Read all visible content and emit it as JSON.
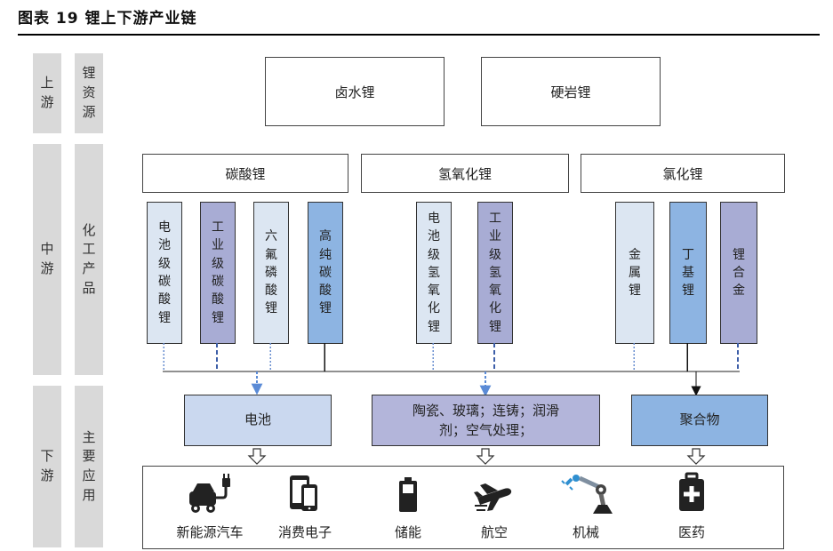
{
  "title": "图表 19  锂上下游产业链",
  "tiers": [
    {
      "stage": "上游",
      "category": "锂资源"
    },
    {
      "stage": "中游",
      "category": "化工产品"
    },
    {
      "stage": "下游",
      "category": "主要应用"
    }
  ],
  "upstream": [
    "卤水锂",
    "硬岩锂"
  ],
  "midstream": {
    "groups": [
      {
        "label": "碳酸锂",
        "products": [
          "电池级碳酸锂",
          "工业级碳酸锂",
          "六氟磷酸锂",
          "高纯碳酸锂"
        ]
      },
      {
        "label": "氢氧化锂",
        "products": [
          "电池级氢氧化锂",
          "工业级氢氧化锂"
        ]
      },
      {
        "label": "氯化锂",
        "products": [
          "金属锂",
          "丁基锂",
          "锂合金"
        ]
      }
    ]
  },
  "applications": [
    {
      "text": "电池"
    },
    {
      "text": "陶瓷、玻璃；连铸；润滑剂；空气处理；"
    },
    {
      "text": "聚合物"
    }
  ],
  "end_uses": [
    {
      "label": "新能源汽车",
      "icon": "ev-car-icon"
    },
    {
      "label": "消费电子",
      "icon": "devices-icon"
    },
    {
      "label": "储能",
      "icon": "battery-icon"
    },
    {
      "label": "航空",
      "icon": "airplane-icon"
    },
    {
      "label": "机械",
      "icon": "robot-arm-icon"
    },
    {
      "label": "医药",
      "icon": "medical-kit-icon"
    }
  ],
  "colors": {
    "light": "#dce6f2",
    "purple": "#a8acd4",
    "blue": "#8db4e2",
    "band": "#d9d9d9"
  }
}
